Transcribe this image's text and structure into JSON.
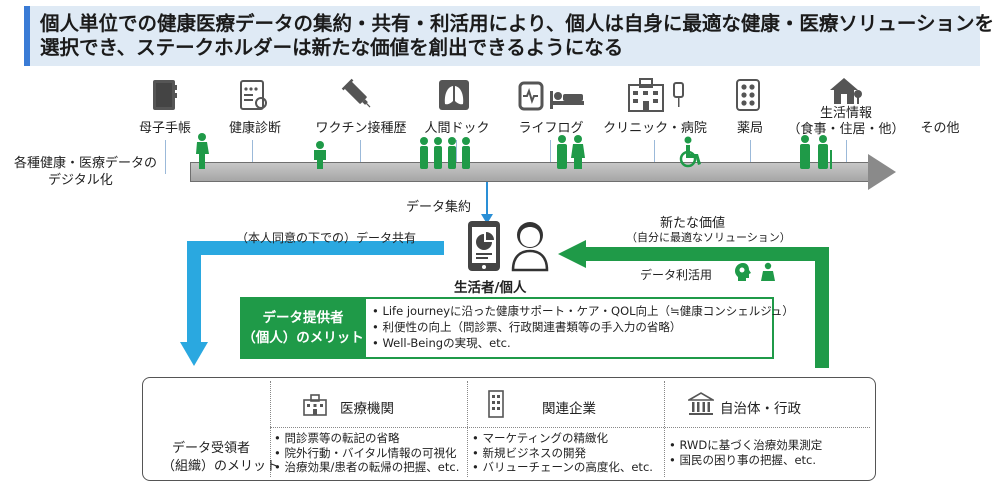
{
  "title": {
    "line1": "個人単位での健康医療データの集約・共有・利活用により、個人は自身に最適な健康・医療ソリューションを",
    "line2": "選択でき、ステークホルダーは新たな価値を創出できるようになる"
  },
  "timeline": {
    "left_label_line1": "各種健康・医療データの",
    "left_label_line2": "デジタル化",
    "stages": [
      {
        "label": "母子手帳",
        "icon": "notebook-icon"
      },
      {
        "label": "健康診断",
        "icon": "checkup-sheet-icon"
      },
      {
        "label": "ワクチン接種歴",
        "icon": "syringe-icon"
      },
      {
        "label": "人間ドック",
        "icon": "lung-xray-icon"
      },
      {
        "label": "ライフログ",
        "icon": "smartwatch-icon"
      },
      {
        "label": "クリニック・病院",
        "icon": "hospital-icon"
      },
      {
        "label": "薬局",
        "icon": "pill-pack-icon"
      },
      {
        "label": "生活情報",
        "label2": "（食事・住居・他）",
        "icon": "house-icon"
      },
      {
        "label": "その他",
        "icon": ""
      }
    ]
  },
  "flow": {
    "data_aggregation": "データ集約",
    "data_sharing": "（本人同意の下での）データ共有",
    "new_value": "新たな価値",
    "new_value_sub": "（自分に最適なソリューション）",
    "data_use": "データ利活用",
    "center_label": "生活者/個人"
  },
  "provider_benefit": {
    "label_line1": "データ提供者",
    "label_line2": "（個人）のメリット",
    "items": [
      "• Life journeyに沿った健康サポート・ケア・QOL向上（≒健康コンシェルジュ）",
      "• 利便性の向上（問診票、行政関連書類等の手入力の省略）",
      "• Well-Beingの実現、etc."
    ]
  },
  "receiver_table": {
    "row_label_line1": "データ受領者",
    "row_label_line2": "（組織）のメリット",
    "columns": [
      {
        "header": "医療機関",
        "icon": "hospital-building-icon",
        "items": [
          "• 問診票等の転記の省略",
          "• 院外行動・バイタル情報の可視化",
          "• 治療効果/患者の転帰の把握、etc."
        ]
      },
      {
        "header": "関連企業",
        "icon": "office-building-icon",
        "items": [
          "• マーケティングの精緻化",
          "• 新規ビジネスの開発",
          "• バリューチェーンの高度化、etc."
        ]
      },
      {
        "header": "自治体・行政",
        "icon": "government-building-icon",
        "items": [
          "• RWDに基づく治療効果測定",
          "• 国民の困り事の把握、etc."
        ]
      }
    ]
  },
  "colors": {
    "green": "#1f9a48",
    "blue_arrow": "#2aa8e0",
    "banner_bg": "#dfeaf5",
    "banner_accent": "#3a7bd5"
  }
}
